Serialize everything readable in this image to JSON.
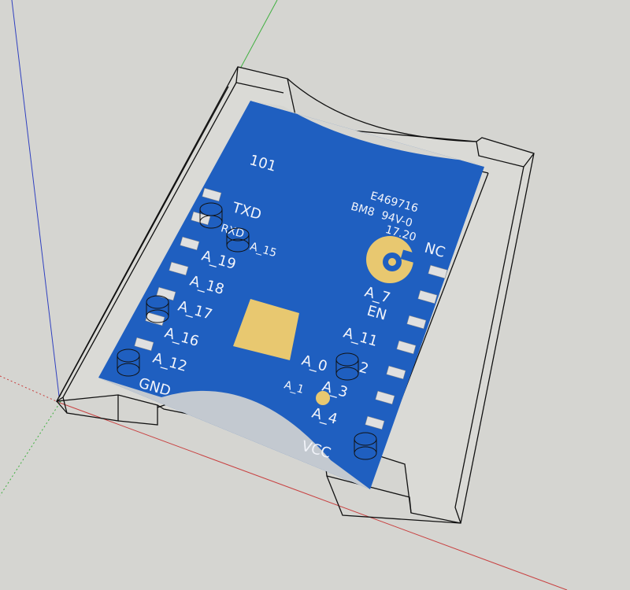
{
  "viewport": {
    "background": "#d5d5d1",
    "axis_colors": {
      "red": "#c84040",
      "green": "#40b040",
      "blue": "#3040c0"
    },
    "board_color": "#1f5fc0",
    "pad_color": "#e8c870"
  },
  "board": {
    "model_number": "101",
    "cert": "E469716",
    "material": "BM8",
    "rating": "94V-0",
    "date_code": "17.20",
    "left_pins": [
      "TXD",
      "RXD",
      "A_15",
      "A_19",
      "A_18",
      "A_17",
      "A_16",
      "A_12",
      "GND"
    ],
    "right_pins": [
      "NC",
      "A_7",
      "EN",
      "A_11",
      "A_0",
      "2",
      "A_1",
      "A_3",
      "A_4",
      "VCC"
    ]
  }
}
